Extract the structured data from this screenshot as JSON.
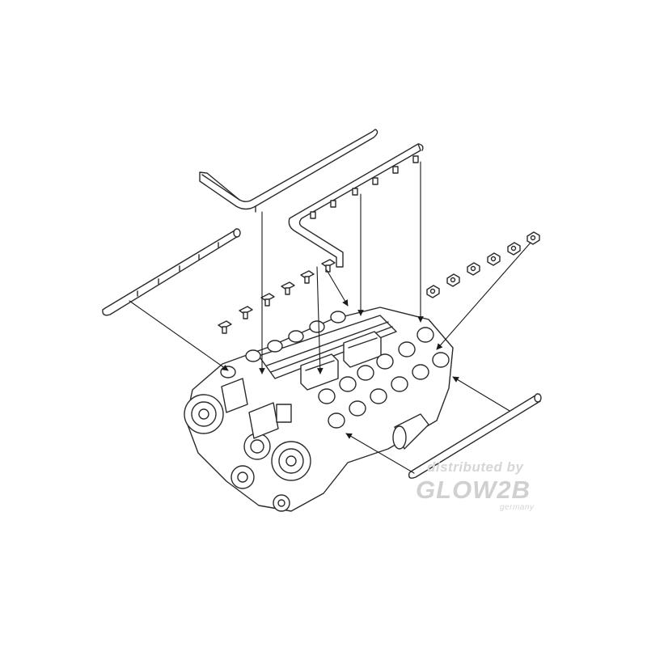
{
  "diagram": {
    "subject": "engine-assembly-exploded-view",
    "line_color": "#2a2a2a",
    "fill_color": "#ffffff",
    "cylinder_count_per_bank": 6,
    "bolt_count": 6,
    "clip_count": 6
  },
  "watermark": {
    "line1": "distributed by",
    "line2": "GLOW2B",
    "line3": "germany",
    "color": "#d6d6d6"
  }
}
